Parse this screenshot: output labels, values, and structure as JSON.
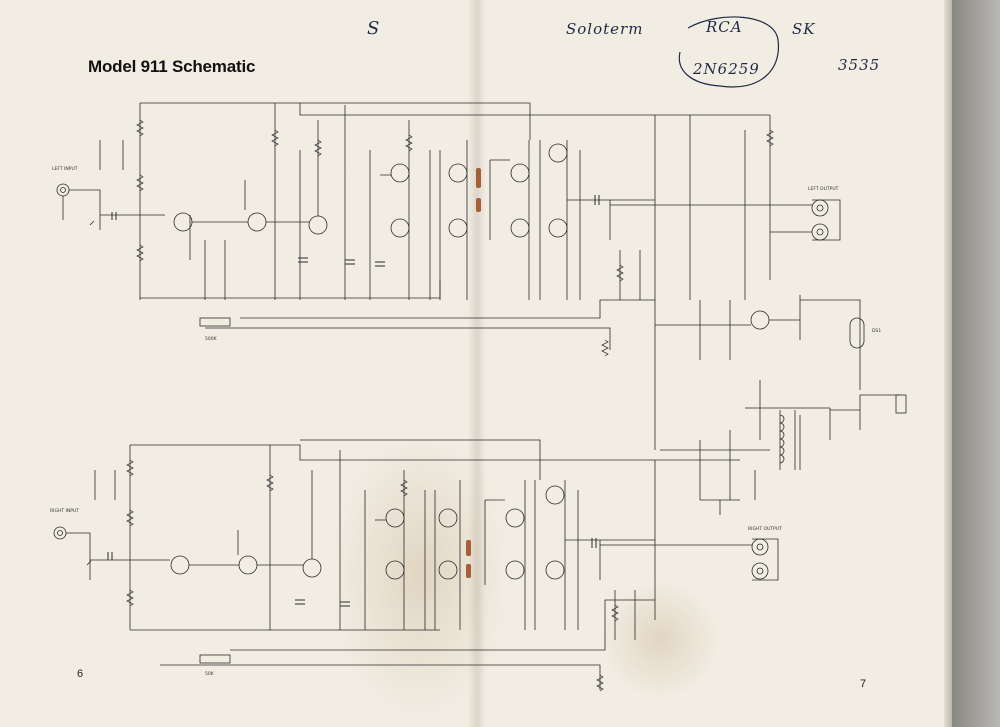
{
  "document": {
    "title": "Model 911 Schematic",
    "page_left": "6",
    "page_right": "7"
  },
  "handwriting": {
    "mark_s": "S",
    "note_1": "Soloterm",
    "note_2": "RCA",
    "note_3": "SK",
    "note_4": "2N6259",
    "note_5": "3535"
  },
  "labels": {
    "left_input": "LEFT INPUT",
    "right_input": "RIGHT INPUT",
    "left_output": "LEFT OUTPUT",
    "right_output": "RIGHT OUTPUT",
    "ds1": "DS1",
    "pot_top": "500K",
    "pot_bottom": "50K"
  },
  "colors": {
    "paper": "#f1ede3",
    "ink": "#2a2a2a",
    "handwriting": "#1f2a44",
    "marker": "#9a4a1e"
  }
}
